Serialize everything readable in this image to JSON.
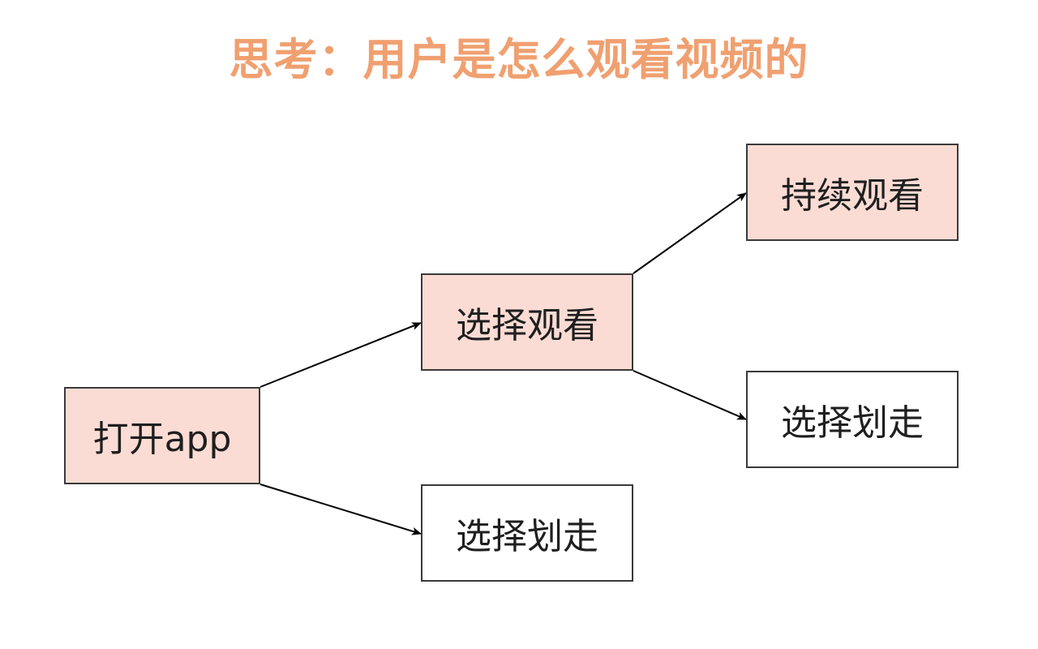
{
  "title": "思考：用户是怎么观看视频的",
  "colors": {
    "title": "#f0a070",
    "highlight_fill": "#fbdcd4",
    "plain_fill": "#ffffff",
    "border": "#3a3a3a"
  },
  "nodes": {
    "open_app": "打开app",
    "choose_watch": "选择观看",
    "choose_swipe_1": "选择划走",
    "keep_watching": "持续观看",
    "choose_swipe_2": "选择划走"
  },
  "edges": [
    {
      "from": "open_app",
      "to": "choose_watch"
    },
    {
      "from": "open_app",
      "to": "choose_swipe_1"
    },
    {
      "from": "choose_watch",
      "to": "keep_watching"
    },
    {
      "from": "choose_watch",
      "to": "choose_swipe_2"
    }
  ]
}
